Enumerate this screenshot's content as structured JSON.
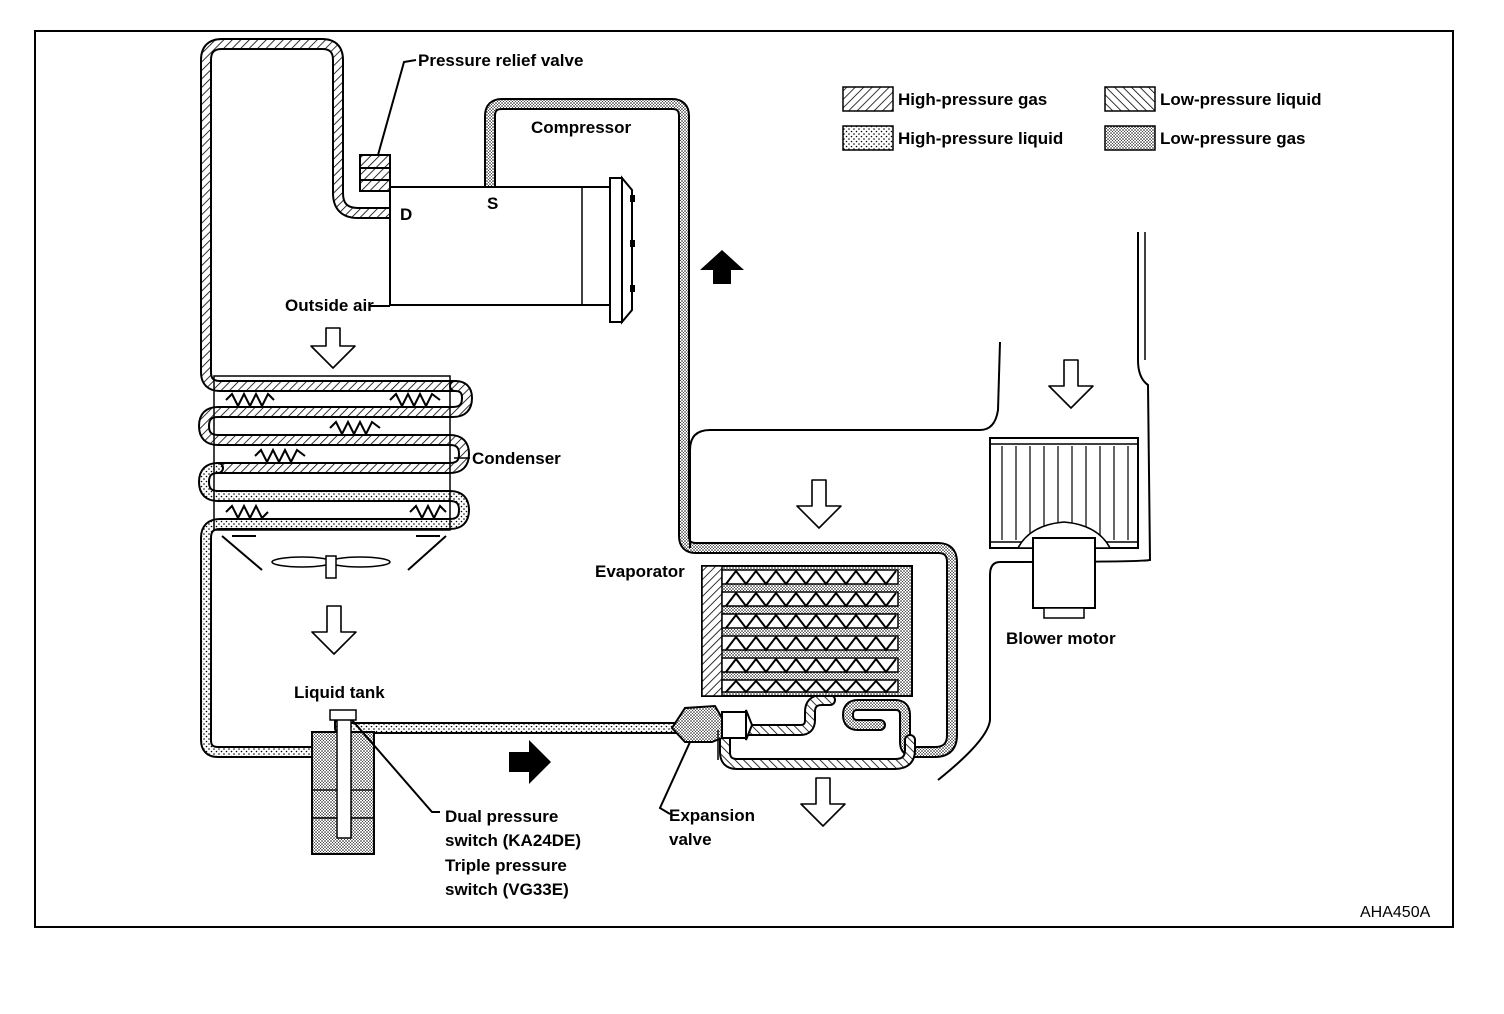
{
  "labels": {
    "pressure_relief_valve": "Pressure relief valve",
    "compressor": "Compressor",
    "compressor_d": "D",
    "compressor_s": "S",
    "outside_air": "Outside air",
    "condenser": "Condenser",
    "evaporator": "Evaporator",
    "blower_motor": "Blower motor",
    "liquid_tank": "Liquid tank",
    "expansion_valve_1": "Expansion",
    "expansion_valve_2": "valve",
    "switch_1": "Dual pressure",
    "switch_2": "switch (KA24DE)",
    "switch_3": "Triple pressure",
    "switch_4": "switch (VG33E)",
    "figure_code": "AHA450A"
  },
  "legend": [
    {
      "label": "High-pressure gas",
      "pattern": "hatch-fwd"
    },
    {
      "label": "High-pressure liquid",
      "pattern": "dots-sparse"
    },
    {
      "label": "Low-pressure liquid",
      "pattern": "hatch-back"
    },
    {
      "label": "Low-pressure gas",
      "pattern": "dots-dense"
    }
  ],
  "colors": {
    "line": "#000000",
    "background": "#ffffff"
  }
}
